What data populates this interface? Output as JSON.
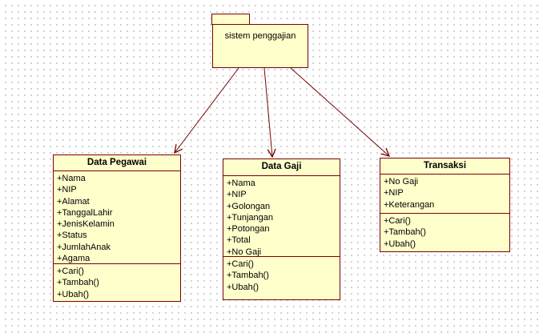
{
  "package": {
    "label": "sistem penggajian"
  },
  "classes": [
    {
      "title": "Data Pegawai",
      "attributes": [
        "+Nama",
        "+NIP",
        "+Alamat",
        "+TanggalLahir",
        "+JenisKelamin",
        "+Status",
        "+JumlahAnak",
        "+Agama"
      ],
      "methods": [
        "+Cari()",
        "+Tambah()",
        "+Ubah()"
      ]
    },
    {
      "title": "Data Gaji",
      "attributes": [
        "+Nama",
        "+NIP",
        "+Golongan",
        "+Tunjangan",
        "+Potongan",
        "+Total",
        "+No Gaji"
      ],
      "methods": [
        "+Cari()",
        "+Tambah()",
        "+Ubah()"
      ]
    },
    {
      "title": "Transaksi",
      "attributes": [
        "+No Gaji",
        "+NIP",
        "+Keterangan"
      ],
      "methods": [
        "+Cari()",
        "+Tambah()",
        "+Ubah()"
      ]
    }
  ],
  "connections": [
    {
      "from": "sistem penggajian",
      "to": "Data Pegawai",
      "style": "solid-line-open-arrowhead"
    },
    {
      "from": "sistem penggajian",
      "to": "Data Gaji",
      "style": "solid-line-open-arrowhead"
    },
    {
      "from": "sistem penggajian",
      "to": "Transaksi",
      "style": "solid-line-open-arrowhead"
    }
  ],
  "colors": {
    "shape_fill": "#FFFFCC",
    "shape_border": "#7B0000",
    "text": "#000000",
    "grid_dot": "#C3C3C3",
    "canvas_background": "#FFFFFF"
  }
}
